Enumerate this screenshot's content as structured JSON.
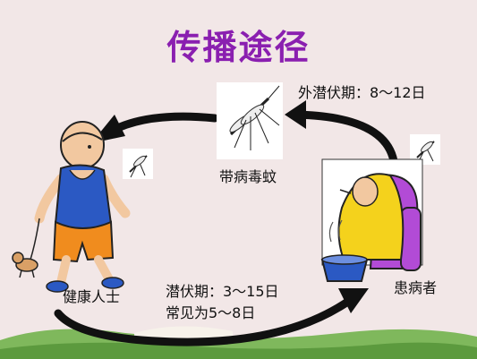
{
  "title": "传播途径",
  "external_incubation": "外潜伏期：8～12日",
  "mosquito_label": "带病毒蚊",
  "patient_label": "患病者",
  "healthy_label": "健康人士",
  "incubation_line1": "潜伏期：3～15日",
  "incubation_line2": "常见为5～8日",
  "colors": {
    "title": "#8a1fb0",
    "background": "#f2e7e7",
    "arrow": "#111111",
    "grass": "#6aa84f",
    "blanket": "#f4d21c",
    "chair": "#b24bd6",
    "shirt": "#2b59c3",
    "shorts": "#f08c1e"
  }
}
